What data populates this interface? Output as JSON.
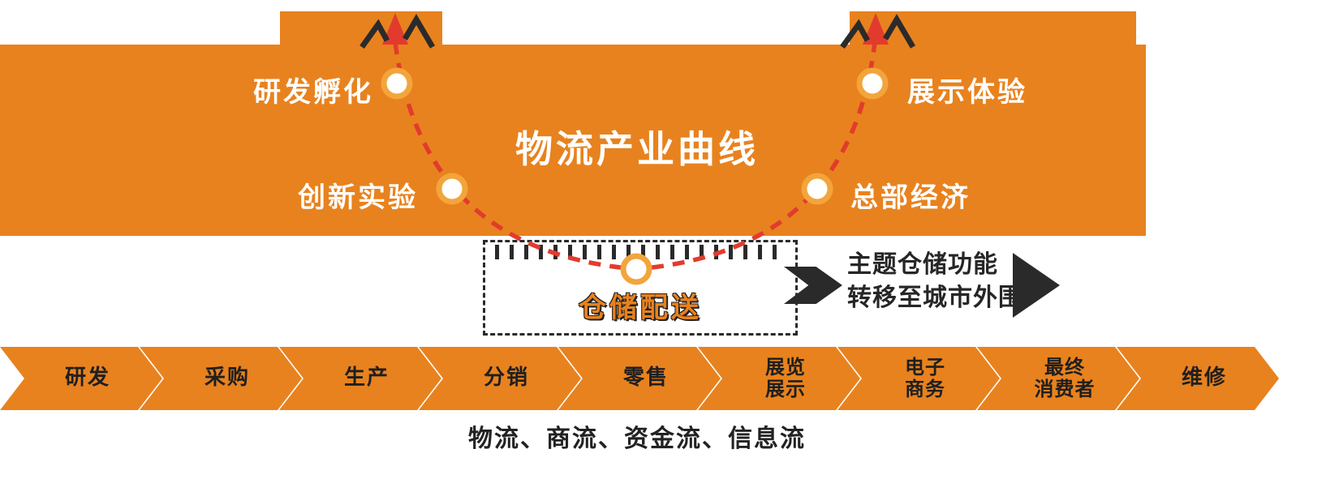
{
  "colors": {
    "orange": "#E8821E",
    "ring": "#F2A53C",
    "red": "#E23B2E",
    "dark": "#2A2A2A",
    "text_dark": "#1F1F1F"
  },
  "banner": {
    "title": "物流产业曲线",
    "stations": [
      {
        "id": "rd_incubation",
        "label": "研发孵化"
      },
      {
        "id": "innovation_lab",
        "label": "创新实验"
      },
      {
        "id": "warehouse_distribution",
        "label": "仓储配送"
      },
      {
        "id": "headquarters_economy",
        "label": "总部经济"
      },
      {
        "id": "display_experience",
        "label": "展示体验"
      }
    ]
  },
  "transfer_note": {
    "line1": "主题仓储功能",
    "line2": "转移至城市外围"
  },
  "chain": {
    "steps": [
      {
        "label": "研发"
      },
      {
        "label": "采购"
      },
      {
        "label": "生产"
      },
      {
        "label": "分销"
      },
      {
        "label": "零售"
      },
      {
        "label": "展览\n展示"
      },
      {
        "label": "电子\n商务"
      },
      {
        "label": "最终\n消费者"
      },
      {
        "label": "维修"
      }
    ]
  },
  "flows_caption": "物流、商流、资金流、信息流"
}
